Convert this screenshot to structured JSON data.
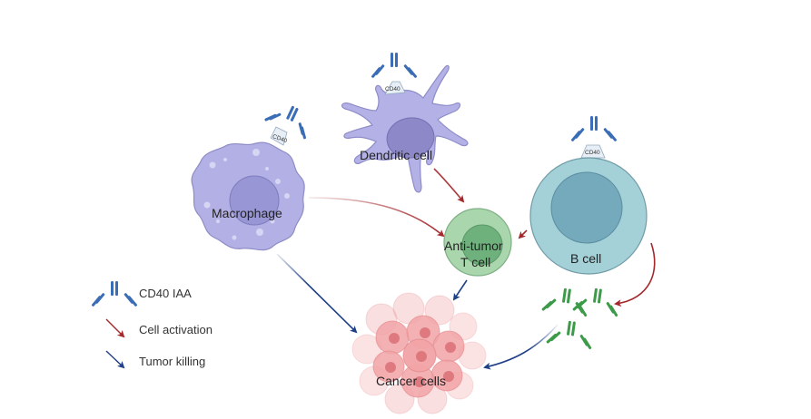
{
  "figure": {
    "cells": {
      "dendritic": {
        "label": "Dendritic cell",
        "receptor_label": "CD40",
        "color": "#b3b1e6"
      },
      "macrophage": {
        "label": "Macrophage",
        "receptor_label": "CD40",
        "color": "#b2b0e4"
      },
      "b_cell": {
        "label": "B cell",
        "receptor_label": "CD40",
        "color": "#a4d0d8"
      },
      "t_cell": {
        "label_line1": "Anti-tumor",
        "label_line2": "T cell",
        "color": "#a9d6ac"
      },
      "cancer": {
        "label": "Cancer cells",
        "color": "#f1a3a6"
      }
    },
    "legend": {
      "items": [
        {
          "icon": "antibody-icon",
          "label": "CD40 IAA",
          "color": "#3a6db5"
        },
        {
          "icon": "red-arrow-icon",
          "label": "Cell activation",
          "color": "#a3282c"
        },
        {
          "icon": "blue-arrow-icon",
          "label": "Tumor killing",
          "color": "#1f3f86"
        }
      ]
    },
    "colors": {
      "antibody": "#3a6db5",
      "secreted_antibody": "#3c9a48",
      "activation_arrow": "#a3282c",
      "killing_arrow": "#1f3f86"
    }
  }
}
